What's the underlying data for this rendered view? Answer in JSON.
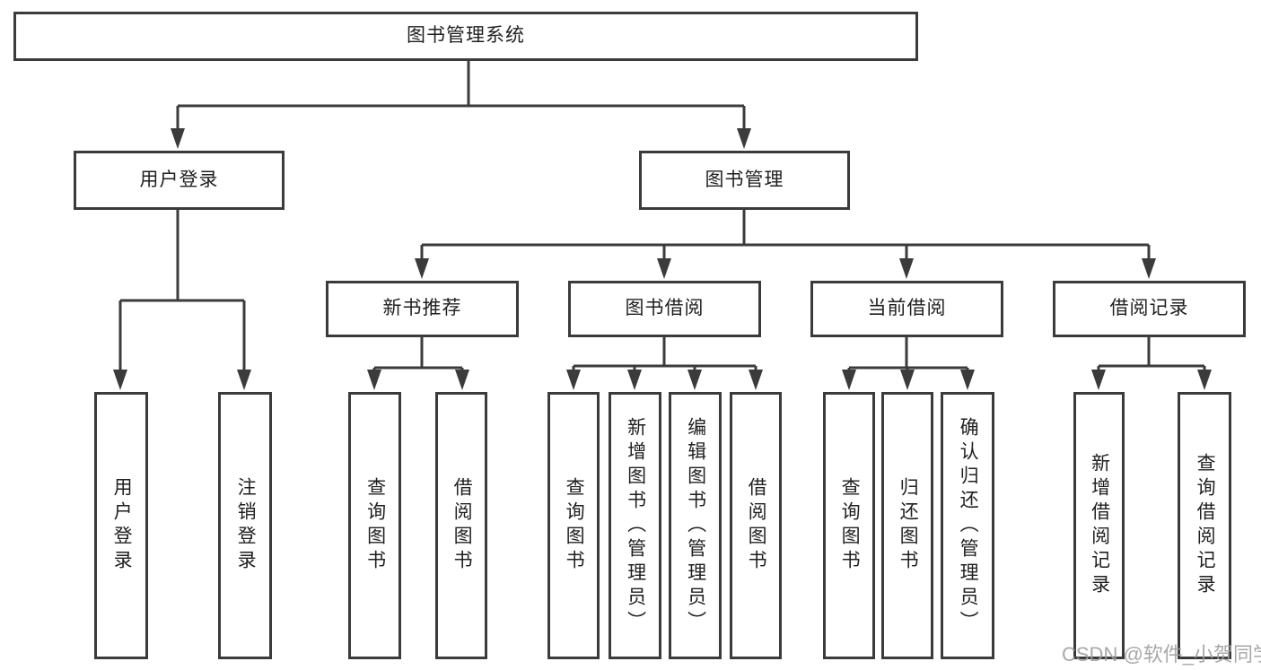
{
  "tree": {
    "root": {
      "label": "图书管理系统"
    },
    "branches": [
      {
        "label": "用户登录",
        "children": [
          {
            "label": "用户登录"
          },
          {
            "label": "注销登录"
          }
        ]
      },
      {
        "label": "图书管理",
        "children": [
          {
            "label": "新书推荐",
            "children": [
              {
                "label": "查询图书"
              },
              {
                "label": "借阅图书"
              }
            ]
          },
          {
            "label": "图书借阅",
            "children": [
              {
                "label": "查询图书"
              },
              {
                "label": "新增图书（管理员）"
              },
              {
                "label": "编辑图书（管理员）"
              },
              {
                "label": "借阅图书"
              }
            ]
          },
          {
            "label": "当前借阅",
            "children": [
              {
                "label": "查询图书"
              },
              {
                "label": "归还图书"
              },
              {
                "label": "确认归还（管理员）"
              }
            ]
          },
          {
            "label": "借阅记录",
            "children": [
              {
                "label": "新增借阅记录"
              },
              {
                "label": "查询借阅记录"
              }
            ]
          }
        ]
      }
    ]
  },
  "watermark": {
    "text": "CSDN @软件_小贺同学"
  },
  "colors": {
    "line": "#3b3b3b",
    "text": "#1f1f1f",
    "watermark": "#9e9e9e"
  }
}
